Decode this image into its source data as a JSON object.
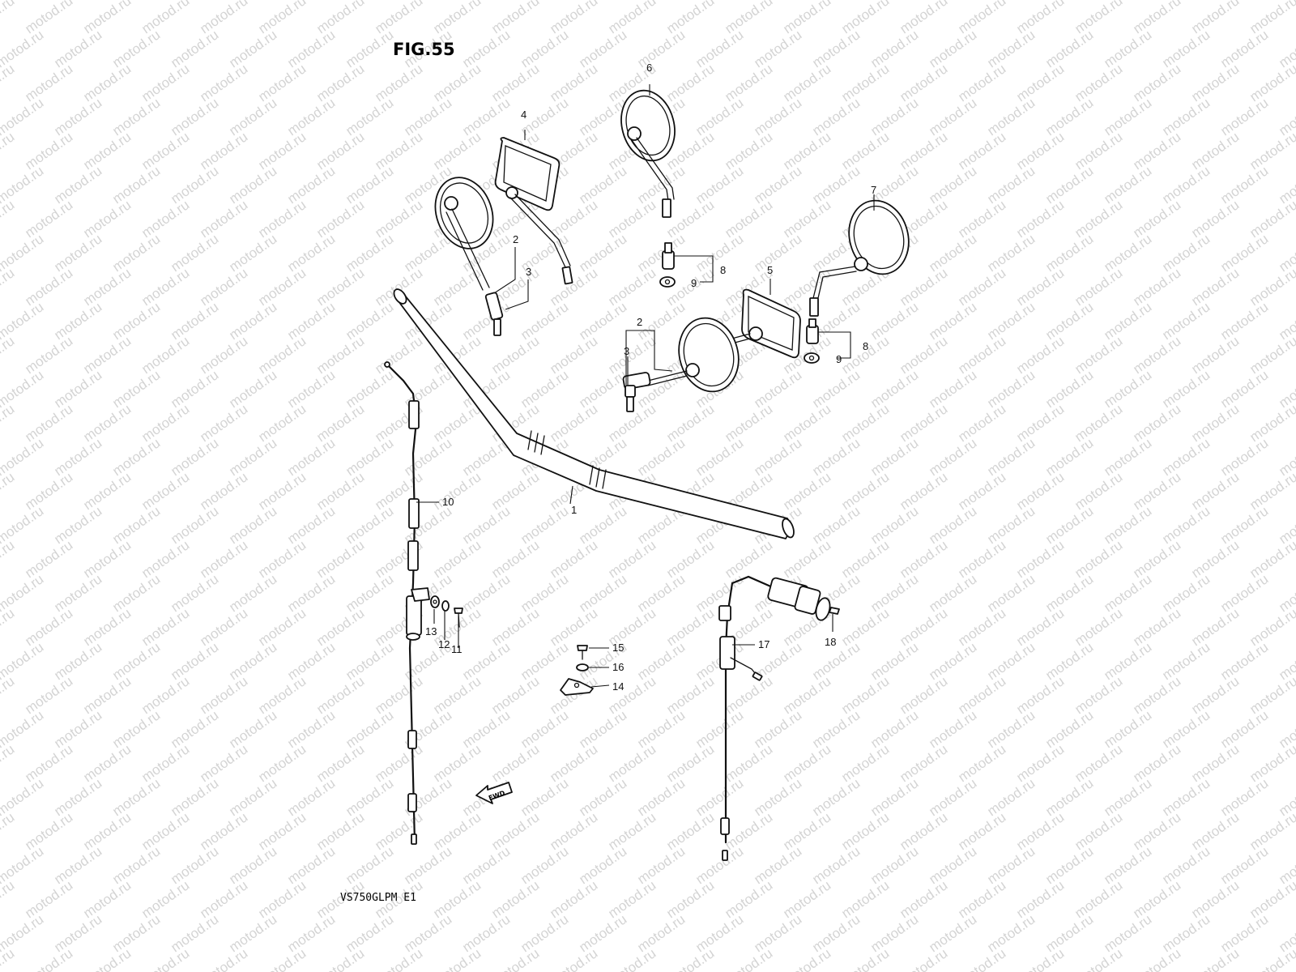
{
  "figure": {
    "title": "FIG.55",
    "model": "VS750GLPM E1"
  },
  "watermark": {
    "text": "motod.ru"
  },
  "fwd_label": "FWD",
  "labels": {
    "l1": "1",
    "l2a": "2",
    "l3a": "3",
    "l2b": "2",
    "l3b": "3",
    "l4": "4",
    "l5": "5",
    "l6": "6",
    "l7": "7",
    "l8a": "8",
    "l9a": "9",
    "l8b": "8",
    "l9b": "9",
    "l10": "10",
    "l11": "11",
    "l12": "12",
    "l13": "13",
    "l14": "14",
    "l15": "15",
    "l16": "16",
    "l17": "17",
    "l18": "18"
  },
  "icons": [
    "fwd-arrow-icon"
  ]
}
